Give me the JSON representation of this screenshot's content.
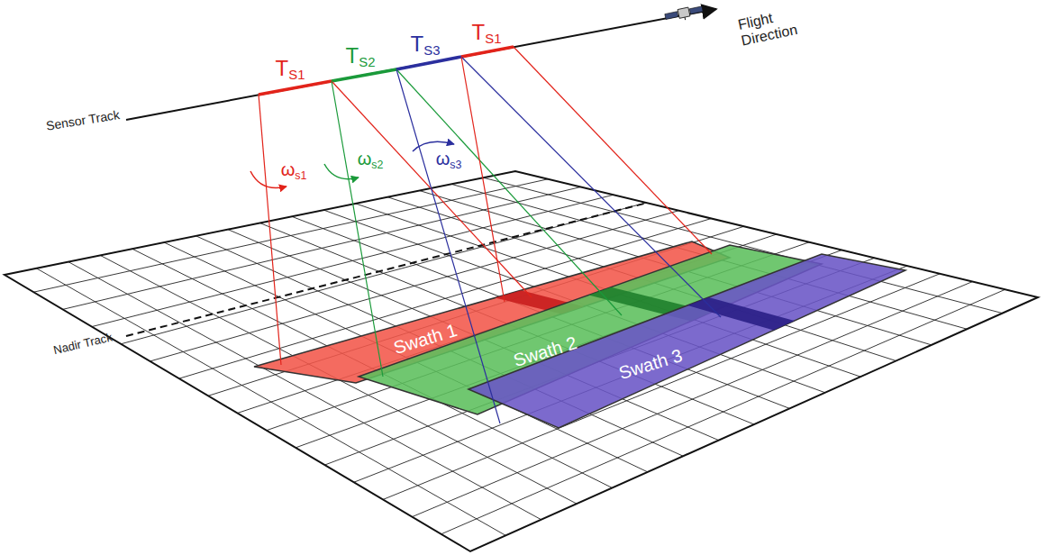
{
  "diagram": {
    "nodes": [
      {
        "text": [
          "Swath 1"
        ]
      },
      {
        "text": [
          "Swath 2"
        ]
      },
      {
        "text": [
          "Swath 3"
        ]
      }
    ],
    "labels": [
      "Flight Direction",
      "Sensor Track",
      "Nadir Track",
      "TS1",
      "TS2",
      "TS3",
      "TS1",
      "ωs1",
      "ωs2",
      "ωs3"
    ]
  }
}
